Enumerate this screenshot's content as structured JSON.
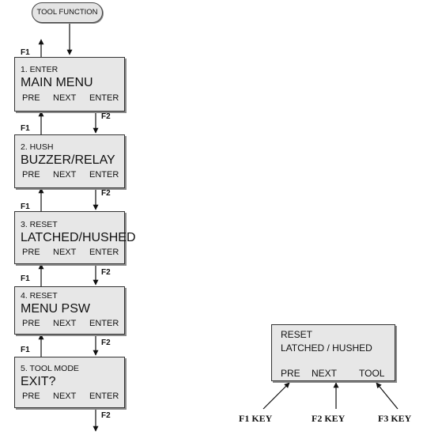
{
  "start_label": "TOOL FUNCTION",
  "steps": [
    {
      "line1": "1. ENTER",
      "line2": "MAIN MENU",
      "key1": "PRE",
      "key2": "NEXT",
      "key3": "ENTER"
    },
    {
      "line1": "2. HUSH",
      "line2": "BUZZER/RELAY",
      "key1": "PRE",
      "key2": "NEXT",
      "key3": "ENTER"
    },
    {
      "line1": "3. RESET",
      "line2": "LATCHED/HUSHED",
      "key1": "PRE",
      "key2": "NEXT",
      "key3": "ENTER"
    },
    {
      "line1": "4. RESET",
      "line2": "MENU PSW",
      "key1": "PRE",
      "key2": "NEXT",
      "key3": "ENTER"
    },
    {
      "line1": "5. TOOL MODE",
      "line2": "EXIT?",
      "key1": "PRE",
      "key2": "NEXT",
      "key3": "ENTER"
    }
  ],
  "arrow_labels": {
    "f1": "F1",
    "f2": "F2"
  },
  "example_display": {
    "line1": "RESET",
    "line2": "LATCHED / HUSHED",
    "key1": "PRE",
    "key2": "NEXT",
    "key3": "TOOL"
  },
  "key_labels": [
    "F1  KEY",
    "F2  KEY",
    "F3  KEY"
  ]
}
